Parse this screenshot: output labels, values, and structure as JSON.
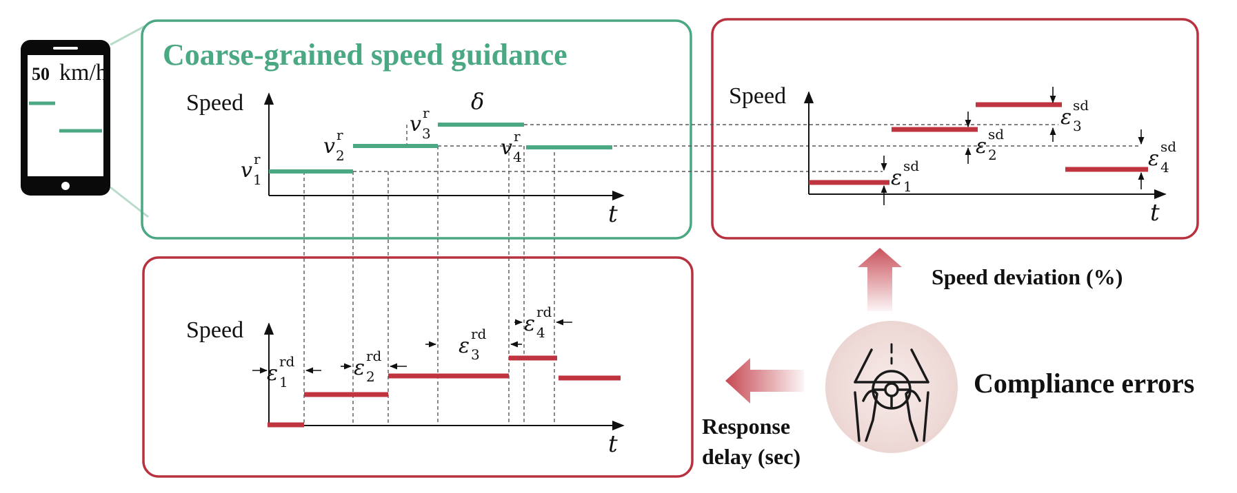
{
  "phone": {
    "speed_value": "50",
    "speed_unit": "km/h"
  },
  "guidance_panel": {
    "title": "Coarse-grained speed guidance",
    "y_label": "Speed",
    "x_label": "t",
    "delta_label": "δ",
    "levels": [
      {
        "symbol": "v",
        "sub": "1",
        "sup": "r"
      },
      {
        "symbol": "v",
        "sub": "2",
        "sup": "r"
      },
      {
        "symbol": "v",
        "sub": "3",
        "sup": "r"
      },
      {
        "symbol": "v",
        "sub": "4",
        "sup": "r"
      }
    ]
  },
  "deviation_panel": {
    "y_label": "Speed",
    "x_label": "t",
    "errors": [
      {
        "symbol": "ε",
        "sub": "1",
        "sup": "sd"
      },
      {
        "symbol": "ε",
        "sub": "2",
        "sup": "sd"
      },
      {
        "symbol": "ε",
        "sub": "3",
        "sup": "sd"
      },
      {
        "symbol": "ε",
        "sub": "4",
        "sup": "sd"
      }
    ]
  },
  "delay_panel": {
    "y_label": "Speed",
    "x_label": "t",
    "errors": [
      {
        "symbol": "ε",
        "sub": "1",
        "sup": "rd"
      },
      {
        "symbol": "ε",
        "sub": "2",
        "sup": "rd"
      },
      {
        "symbol": "ε",
        "sub": "3",
        "sup": "rd"
      },
      {
        "symbol": "ε",
        "sub": "4",
        "sup": "rd"
      }
    ]
  },
  "labels": {
    "speed_deviation": "Speed deviation (%)",
    "response_delay_line1": "Response",
    "response_delay_line2": "delay (sec)",
    "compliance_errors": "Compliance errors"
  },
  "icons": {
    "phone": "smartphone-icon",
    "driver": "steering-wheel-icon"
  },
  "colors": {
    "green": "#4aa882",
    "red": "#c0343f",
    "panel_green": "#4aa882",
    "panel_red": "#b8313e",
    "dash": "#555555"
  }
}
